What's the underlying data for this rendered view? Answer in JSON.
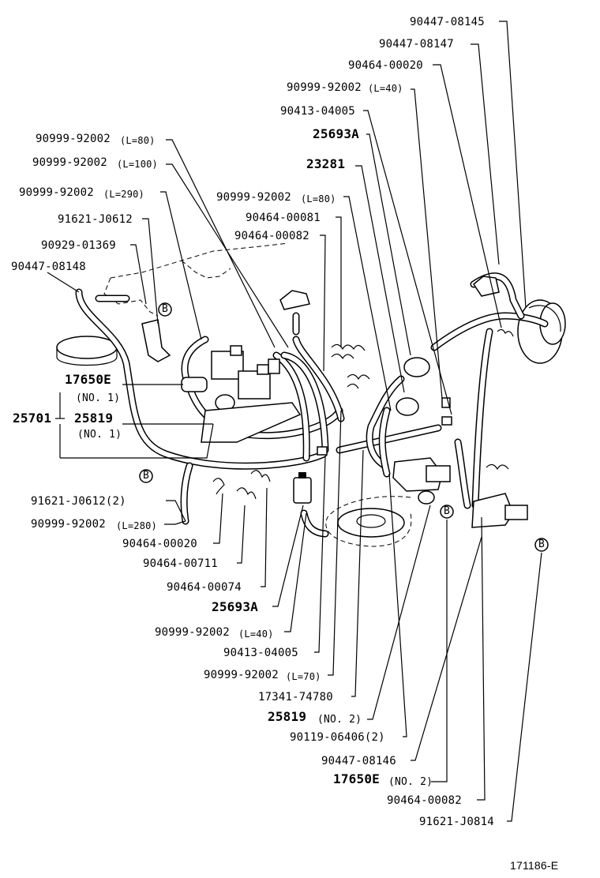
{
  "diagram": {
    "figure_id": "171186-E",
    "marker": "B",
    "labels": {
      "p_90447_08145": "90447-08145",
      "p_90447_08147": "90447-08147",
      "p_90464_00020_top": "90464-00020",
      "p_90999_92002_l40_top": "90999-92002",
      "p_l40_top": "(L=40)",
      "p_90413_04005_top": "90413-04005",
      "p_25693a_top": "25693A",
      "p_23281": "23281",
      "p_90999_92002_l80_left": "90999-92002",
      "p_l80_left": "(L=80)",
      "p_90999_92002_l100": "90999-92002",
      "p_l100": "(L=100)",
      "p_90999_92002_l290": "90999-92002",
      "p_l290": "(L=290)",
      "p_90999_92002_l80_mid": "90999-92002",
      "p_l80_mid": "(L=80)",
      "p_91621_j0612_top": "91621-J0612",
      "p_90464_00081": "90464-00081",
      "p_90929_01369": "90929-01369",
      "p_90464_00082_top": "90464-00082",
      "p_90447_08148": "90447-08148",
      "p_17650e_no1": "17650E",
      "p_no1_a": "(NO. 1)",
      "p_25701": "25701",
      "p_25819_no1": "25819",
      "p_no1_b": "(NO. 1)",
      "p_91621_j0612_2": "91621-J0612(2)",
      "p_90999_92002_l280": "90999-92002",
      "p_l280": "(L=280)",
      "p_90464_00020_bot": "90464-00020",
      "p_90464_00711": "90464-00711",
      "p_90464_00074": "90464-00074",
      "p_25693a_bot": "25693A",
      "p_90999_92002_l40_bot": "90999-92002",
      "p_l40_bot": "(L=40)",
      "p_90413_04005_bot": "90413-04005",
      "p_90999_92002_l70": "90999-92002",
      "p_l70": "(L=70)",
      "p_17341_74780": "17341-74780",
      "p_25819_no2": "25819",
      "p_no2_a": "(NO. 2)",
      "p_90119_06406": "90119-06406(2)",
      "p_90447_08146": "90447-08146",
      "p_17650e_no2": "17650E",
      "p_no2_b": "(NO. 2)",
      "p_90464_00082_bot": "90464-00082",
      "p_91621_j0814": "91621-J0814"
    }
  }
}
